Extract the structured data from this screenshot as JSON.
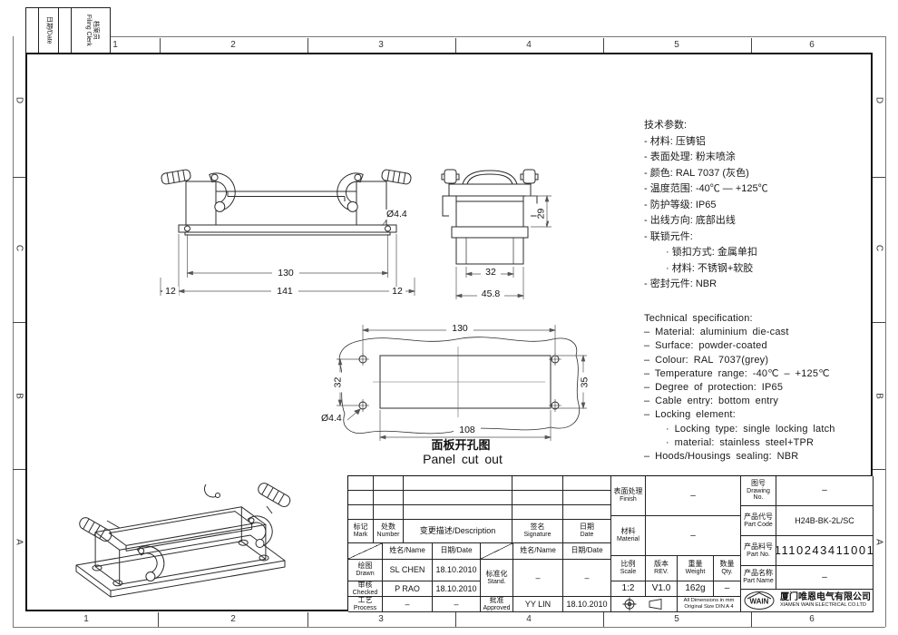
{
  "zones": {
    "cols": [
      "1",
      "2",
      "3",
      "4",
      "5",
      "6"
    ],
    "rows": [
      "D",
      "C",
      "B",
      "A"
    ]
  },
  "corner": {
    "date": "日期/Date",
    "filing_cn": "档案员",
    "filing_en": "Filing Clerk"
  },
  "specs_cn": {
    "lines": [
      "技术参数:",
      "- 材料: 压铸铝",
      "- 表面处理: 粉末喷涂",
      "- 颜色: RAL 7037 (灰色)",
      "- 温度范围: -40℃ — +125℃",
      "- 防护等级: IP65",
      "- 出线方向: 底部出线",
      "- 联锁元件:",
      "· 锁扣方式: 金属单扣",
      "· 材料: 不锈钢+软胶",
      "- 密封元件: NBR"
    ]
  },
  "specs_en": {
    "lines": [
      "Technical specification:",
      "– Material: aluminium die-cast",
      "– Surface: powder-coated",
      "– Colour: RAL 7037(grey)",
      "– Temperature range: -40℃ – +125℃",
      "– Degree of protection: IP65",
      "– Cable entry: bottom entry",
      "– Locking element:",
      "· Locking type: single locking latch",
      "· material: stainless steel+TPR",
      "– Hoods/Housings sealing: NBR"
    ]
  },
  "views": {
    "front": {
      "d130": "130",
      "d141": "141",
      "d12l": "12",
      "d12r": "12",
      "dhole": "Ø4.4"
    },
    "side": {
      "d29": "29",
      "d32": "32",
      "d458": "45.8"
    },
    "panel": {
      "d130": "130",
      "d32": "32",
      "d35": "35",
      "dhole": "Ø4.4",
      "d108": "108",
      "caption_cn": "面板开孔图",
      "caption_en": "Panel cut out"
    }
  },
  "tb": {
    "mark_cn": "标记",
    "mark_en": "Mark",
    "num_cn": "处数",
    "num_en": "Number",
    "desc": "变更描述/Description",
    "sig_cn": "签名",
    "sig_en": "Signature",
    "date_cn": "日期",
    "date_en": "Date",
    "name_hdr": "姓名/Name",
    "date_hdr": "日期/Date",
    "drawn_cn": "绘图",
    "drawn_en": "Drawn",
    "drawn_name": "SL CHEN",
    "drawn_date": "18.10.2010",
    "checked_cn": "审核",
    "checked_en": "Checked",
    "checked_name": "P RAO",
    "checked_date": "18.10.2010",
    "process_cn": "工艺",
    "process_en": "Process",
    "process_name": "–",
    "process_date": "–",
    "stand_cn": "标准化",
    "stand_en": "Stand.",
    "stand_name": "–",
    "stand_date": "–",
    "approved_cn": "批准",
    "approved_en": "Approved",
    "approved_name": "YY LIN",
    "approved_date": "18.10.2010",
    "finish_cn": "表面处理",
    "finish_en": "Finish",
    "finish_val": "–",
    "material_cn": "材料",
    "material_en": "Material",
    "material_val": "–",
    "scale_cn": "比例",
    "scale_en": "Scale",
    "scale_val": "1:2",
    "rev_cn": "版本",
    "rev_en": "REV.",
    "rev_val": "V1.0",
    "weight_cn": "重量",
    "weight_en": "Weight",
    "weight_val": "162g",
    "qty_cn": "数量",
    "qty_en": "Qty.",
    "qty_val": "–",
    "note1": "All Dimensions in mm",
    "note2": "Original Size DIN A 4",
    "dwgno_cn": "图号",
    "dwgno_en": "Drawing No.",
    "dwgno_val": "–",
    "pcode_cn": "产品代号",
    "pcode_en": "Part Code",
    "pcode_val": "H24B-BK-2L/SC",
    "pno_cn": "产品料号",
    "pno_en": "Part No.",
    "pno_val": "1110243411001",
    "pname_cn": "产品名称",
    "pname_en": "Part Name",
    "pname_val": "–",
    "logo": "WAIN",
    "company_cn": "厦门唯恩电气有限公司",
    "company_en": "XIAMEN WAIN ELECTRICAL CO.LTD"
  }
}
